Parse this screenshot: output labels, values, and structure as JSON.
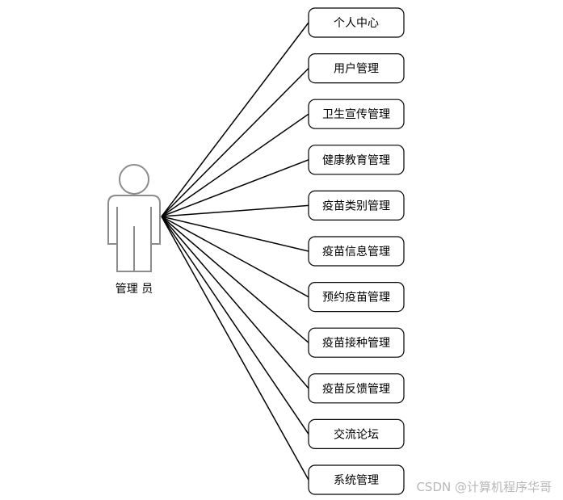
{
  "actor": {
    "label": "管理 员"
  },
  "use_cases": [
    {
      "label": "个人中心"
    },
    {
      "label": "用户管理"
    },
    {
      "label": "卫生宣传管理"
    },
    {
      "label": "健康教育管理"
    },
    {
      "label": "疫苗类别管理"
    },
    {
      "label": "疫苗信息管理"
    },
    {
      "label": "预约疫苗管理"
    },
    {
      "label": "疫苗接种管理"
    },
    {
      "label": "疫苗反馈管理"
    },
    {
      "label": "交流论坛"
    },
    {
      "label": "系统管理"
    }
  ],
  "watermark": "CSDN @计算机程序华哥",
  "colors": {
    "line": "#000000",
    "box_border": "#000000",
    "box_fill": "#ffffff",
    "actor_stroke": "#8c8c8c",
    "watermark": "#b8b8b8"
  }
}
